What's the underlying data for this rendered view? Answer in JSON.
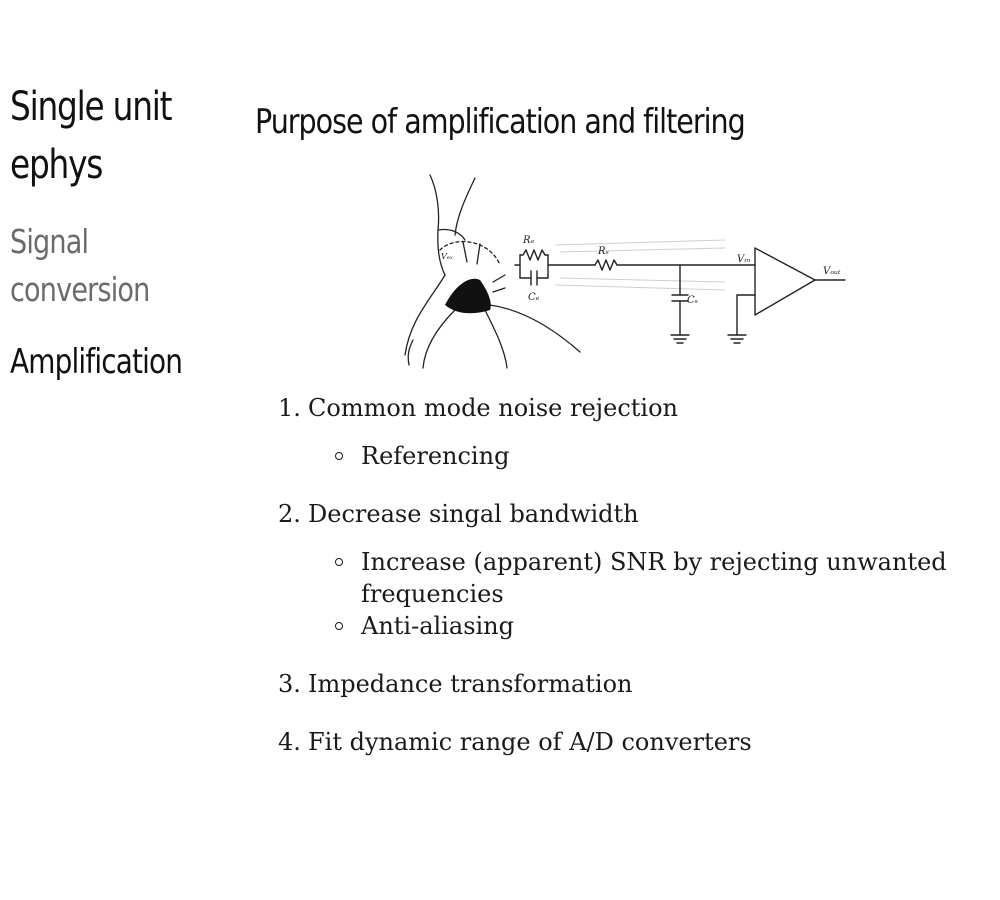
{
  "sidebar": {
    "title_line1": "Single unit",
    "title_line2": "ephys",
    "section_line1": "Signal",
    "section_line2": "conversion",
    "current": "Amplification"
  },
  "slide": {
    "title": "Purpose of amplification and filtering"
  },
  "figure": {
    "labels": {
      "re": "Rₑ",
      "ce": "Cₑ",
      "rs": "Rₛ",
      "cs": "Cₛ",
      "vin": "Vᵢₙ",
      "vout": "Vₒᵤₜ",
      "vex": "Vₑₓ"
    }
  },
  "list": [
    {
      "num": "1.",
      "text": "Common mode noise rejection",
      "subitems": [
        "Referencing"
      ]
    },
    {
      "num": "2.",
      "text": "Decrease singal bandwidth",
      "subitems": [
        "Increase (apparent) SNR by rejecting unwanted frequencies",
        "Anti-aliasing"
      ]
    },
    {
      "num": "3.",
      "text": "Impedance transformation",
      "subitems": []
    },
    {
      "num": "4.",
      "text": "Fit dynamic range of A/D converters",
      "subitems": []
    }
  ]
}
